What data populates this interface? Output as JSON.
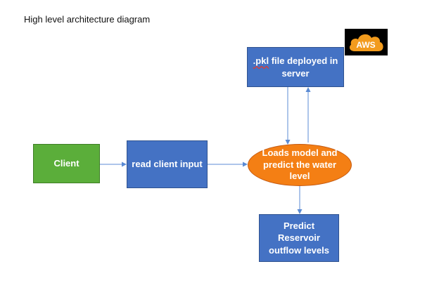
{
  "title": "High level architecture diagram",
  "nodes": {
    "client": "Client",
    "read_input": "read client input",
    "loads_model": "Loads model and predict the water level",
    "pkl_ext": ".pkl",
    "pkl_rest": "file deployed in server",
    "predict": "Predict Reservoir outflow levels"
  },
  "logo": {
    "text": "AWS"
  },
  "colors": {
    "blue_box": "#4472C4",
    "green_box": "#5BAE3A",
    "orange_ellipse": "#F47F14",
    "arrow": "#5B8BD4",
    "aws_cloud": "#F29B1D"
  }
}
